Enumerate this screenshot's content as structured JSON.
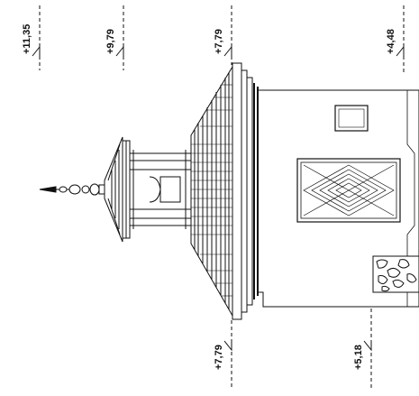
{
  "levels": {
    "top_1": "+11,35",
    "top_2": "+9,79",
    "top_3": "+7,79",
    "top_4": "+4,48",
    "bottom_1": "+7,79",
    "bottom_2": "+5,18"
  },
  "colors": {
    "line": "#111111",
    "paper": "#ffffff"
  }
}
